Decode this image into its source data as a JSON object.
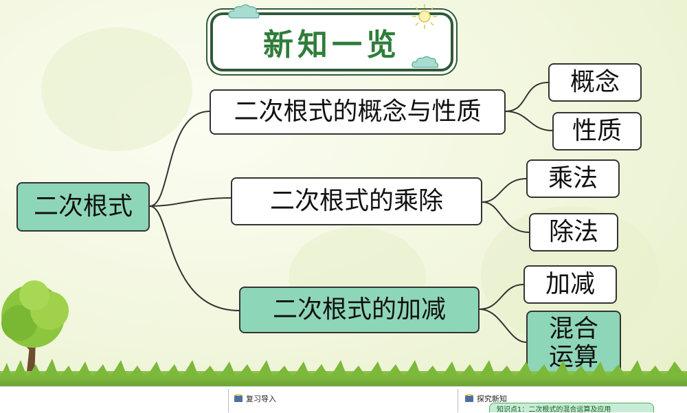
{
  "title": "新知一览",
  "root": "二次根式",
  "branches": [
    {
      "label": "二次根式的概念与性质",
      "children": [
        "概念",
        "性质"
      ]
    },
    {
      "label": "二次根式的乘除",
      "children": [
        "乘法",
        "除法"
      ]
    },
    {
      "label": "二次根式的加减",
      "children": [
        "加减",
        "混合\n运算"
      ]
    }
  ],
  "footer": {
    "item1": "复习导入",
    "item2": "探究新知",
    "badge": "知识点1：二次根式的混合运算及应用"
  }
}
